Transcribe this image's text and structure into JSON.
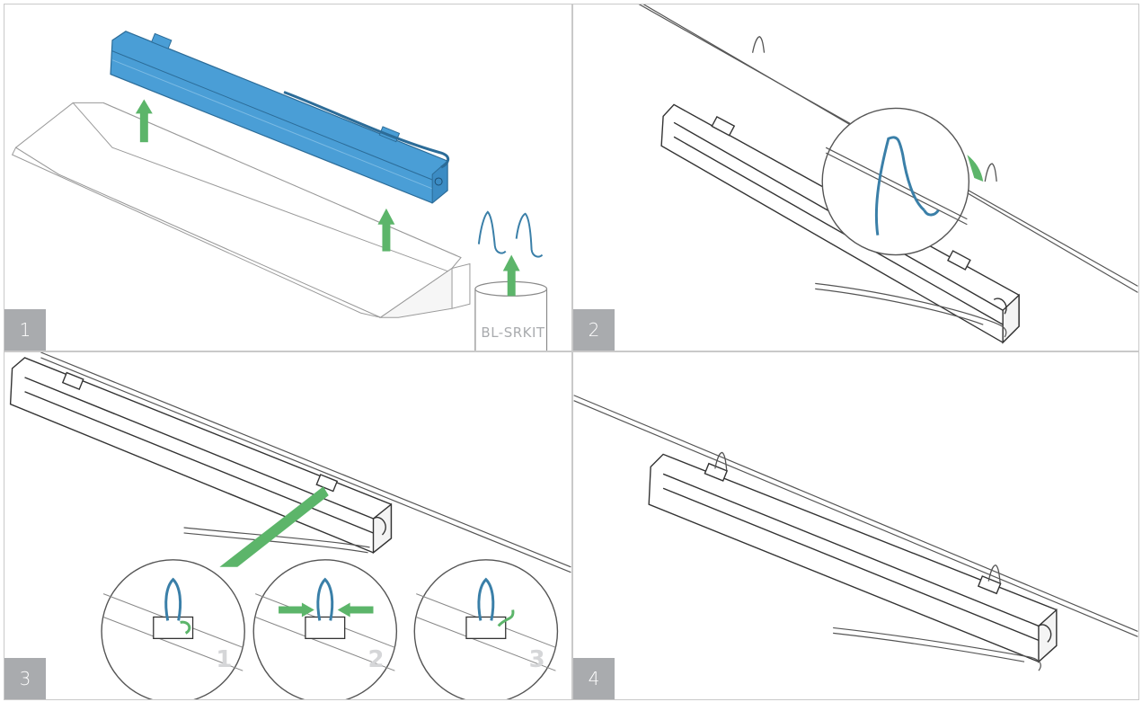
{
  "steps": [
    {
      "number": "1"
    },
    {
      "number": "2"
    },
    {
      "number": "3"
    },
    {
      "number": "4"
    }
  ],
  "kit_label": "BL-SRKIT",
  "substeps": [
    "1",
    "2",
    "3"
  ],
  "colors": {
    "fixture_highlight": "#4a9ed6",
    "arrow": "#5cb56a",
    "clip": "#3a7fa8",
    "line": "#555555",
    "badge": "#a9abae",
    "panel_border": "#c9c9c9"
  }
}
